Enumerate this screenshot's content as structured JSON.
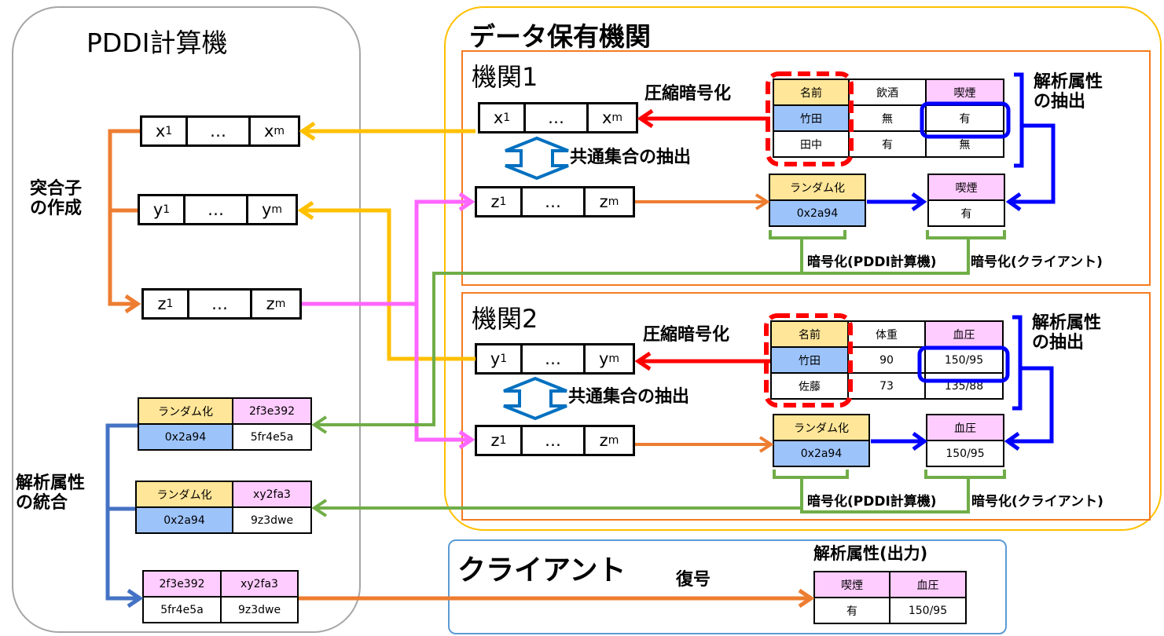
{
  "pddi": {
    "title": "PDDI計算機",
    "matcher_label": [
      "突合子",
      "の作成"
    ],
    "integrate_label": [
      "解析属性",
      "の統合"
    ],
    "seq_x": {
      "first": "x",
      "first_sub": "1",
      "mid": "…",
      "last": "x",
      "last_sub": "m"
    },
    "seq_y": {
      "first": "y",
      "first_sub": "1",
      "mid": "…",
      "last": "y",
      "last_sub": "m"
    },
    "seq_z": {
      "first": "z",
      "first_sub": "1",
      "mid": "…",
      "last": "z",
      "last_sub": "m"
    },
    "table_a": {
      "rows": [
        [
          "ランダム化",
          "2f3e392"
        ],
        [
          "0x2a94",
          "5fr4e5a"
        ]
      ]
    },
    "table_b": {
      "rows": [
        [
          "ランダム化",
          "xy2fa3"
        ],
        [
          "0x2a94",
          "9z3dwe"
        ]
      ]
    },
    "table_c": {
      "rows": [
        [
          "2f3e392",
          "xy2fa3"
        ],
        [
          "5fr4e5a",
          "9z3dwe"
        ]
      ]
    }
  },
  "holders": {
    "title": "データ保有機関",
    "org1": {
      "title": "機関1",
      "compress_label": "圧縮暗号化",
      "intersect_label": "共通集合の抽出",
      "extract_label": [
        "解析属性",
        "の抽出"
      ],
      "seq_top": {
        "first": "x",
        "first_sub": "1",
        "mid": "…",
        "last": "x",
        "last_sub": "m"
      },
      "seq_bottom": {
        "first": "z",
        "first_sub": "1",
        "mid": "…",
        "last": "z",
        "last_sub": "m"
      },
      "data_table": {
        "header": [
          "名前",
          "飲酒",
          "喫煙"
        ],
        "rows": [
          [
            "竹田",
            "無",
            "有"
          ],
          [
            "田中",
            "有",
            "無"
          ]
        ]
      },
      "rand_table": {
        "header": "ランダム化",
        "value": "0x2a94"
      },
      "attr_table": {
        "header": "喫煙",
        "value": "有"
      },
      "enc_pddi_label": "暗号化(PDDI計算機)",
      "enc_client_label": "暗号化(クライアント)"
    },
    "org2": {
      "title": "機関2",
      "compress_label": "圧縮暗号化",
      "intersect_label": "共通集合の抽出",
      "extract_label": [
        "解析属性",
        "の抽出"
      ],
      "seq_top": {
        "first": "y",
        "first_sub": "1",
        "mid": "…",
        "last": "y",
        "last_sub": "m"
      },
      "seq_bottom": {
        "first": "z",
        "first_sub": "1",
        "mid": "…",
        "last": "z",
        "last_sub": "m"
      },
      "data_table": {
        "header": [
          "名前",
          "体重",
          "血圧"
        ],
        "rows": [
          [
            "竹田",
            "90",
            "150/95"
          ],
          [
            "佐藤",
            "73",
            "135/88"
          ]
        ]
      },
      "rand_table": {
        "header": "ランダム化",
        "value": "0x2a94"
      },
      "attr_table": {
        "header": "血圧",
        "value": "150/95"
      },
      "enc_pddi_label": "暗号化(PDDI計算機)",
      "enc_client_label": "暗号化(クライアント)"
    }
  },
  "client": {
    "title": "クライアント",
    "decrypt_label": "復号",
    "output_label": "解析属性(出力)",
    "output_table": {
      "header": [
        "喫煙",
        "血圧"
      ],
      "rows": [
        [
          "有",
          "150/95"
        ]
      ]
    }
  },
  "colors": {
    "orange": "#ed7d31",
    "gold": "#ffc000",
    "pink": "#ff66ff",
    "green": "#70ad47",
    "red": "#ff0000",
    "blue": "#0000ff",
    "steel_blue": "#4472c4",
    "panel_gray": "#a6a6a6",
    "panel_gold": "#ffc000",
    "panel_orange": "#f47b20",
    "panel_client": "#5b9bd5"
  }
}
